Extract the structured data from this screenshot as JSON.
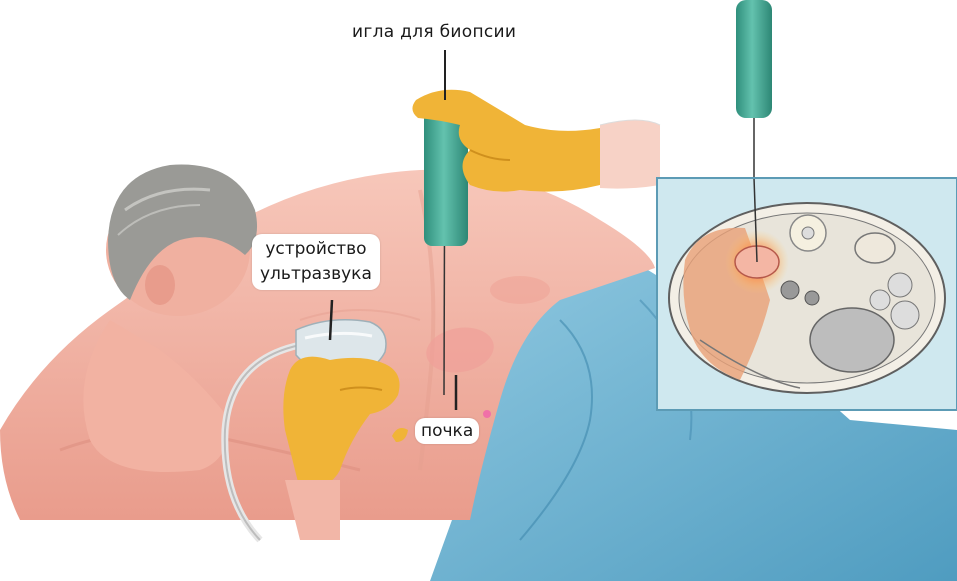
{
  "labels": {
    "needle": "игла для биопсии",
    "probe_line1": "устройство",
    "probe_line2": "ультразвука",
    "kidney": "почка"
  },
  "colors": {
    "skin": "#f4b9aa",
    "skin_shadow": "#e39a8a",
    "hair": "#9a9a96",
    "glove": "#f0b437",
    "needle_handle": "#3fa894",
    "drape": "#6fb4d2",
    "inset_bg": "#cfe8ef",
    "inset_border": "#5c9bb5",
    "kidney": "#f0a098"
  }
}
